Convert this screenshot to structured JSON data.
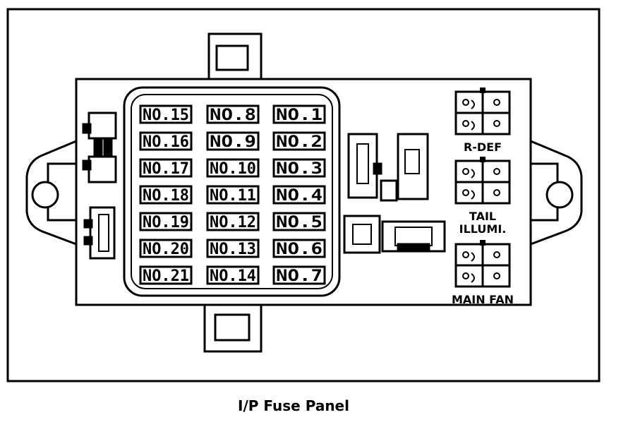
{
  "caption": "I/P Fuse Panel",
  "fuses": [
    [
      "NO.15",
      "NO.8",
      "NO.1"
    ],
    [
      "NO.16",
      "NO.9",
      "NO.2"
    ],
    [
      "NO.17",
      "NO.10",
      "NO.3"
    ],
    [
      "NO.18",
      "NO.11",
      "NO.4"
    ],
    [
      "NO.19",
      "NO.12",
      "NO.5"
    ],
    [
      "NO.20",
      "NO.13",
      "NO.6"
    ],
    [
      "NO.21",
      "NO.14",
      "NO.7"
    ]
  ],
  "relays": [
    {
      "label_lines": [
        "R-DEF"
      ]
    },
    {
      "label_lines": [
        "TAIL",
        "ILLUMI."
      ]
    },
    {
      "label_lines": [
        "MAIN FAN"
      ]
    }
  ]
}
